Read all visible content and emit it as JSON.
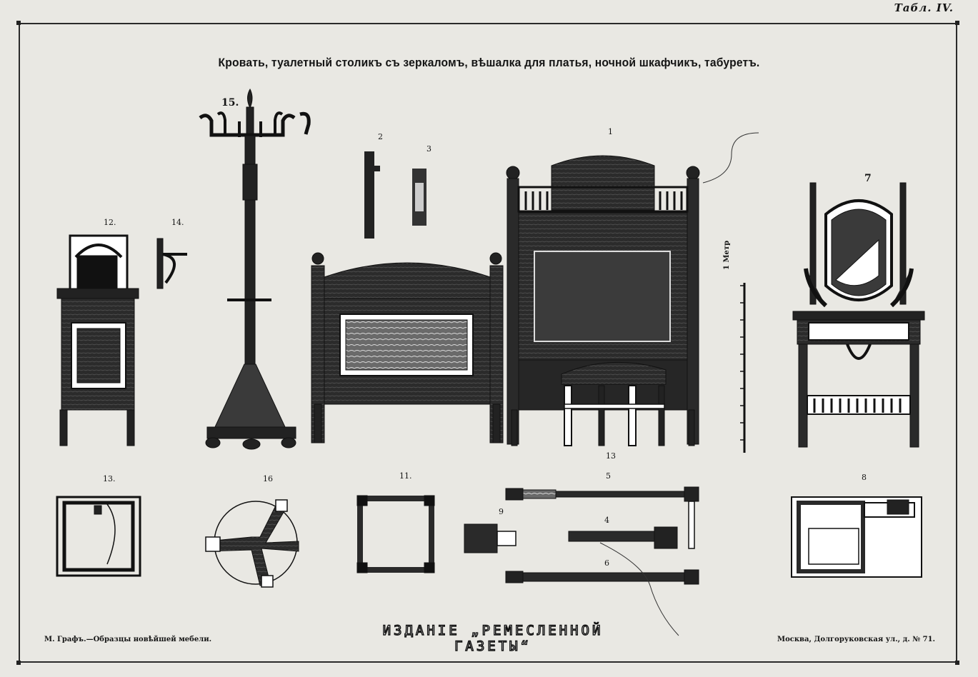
{
  "plate": {
    "number_label": "Табл. IV.",
    "title": "Кровать, туалетный столикъ съ зеркаломъ, вѣшалка для платья, ночной шкафчикъ, табуретъ."
  },
  "figures": {
    "f1": "1",
    "f2": "2",
    "f3": "3",
    "f4": "4",
    "f5": "5",
    "f6": "6",
    "f7": "7",
    "f8": "8",
    "f9": "9",
    "f11": "11.",
    "f12": "12.",
    "f13": "13.",
    "f13b": "13",
    "f14": "14.",
    "f15": "15.",
    "f16": "16",
    "scale": "1 Метр"
  },
  "footer": {
    "left": "М. Графъ.—Образцы новѣйшей мебели.",
    "center": "ИЗДАНІЕ „РЕМЕСЛЕННОЙ ГАЗЕТЫ“",
    "right": "Москва, Долгоруковская ул., д. № 71."
  }
}
